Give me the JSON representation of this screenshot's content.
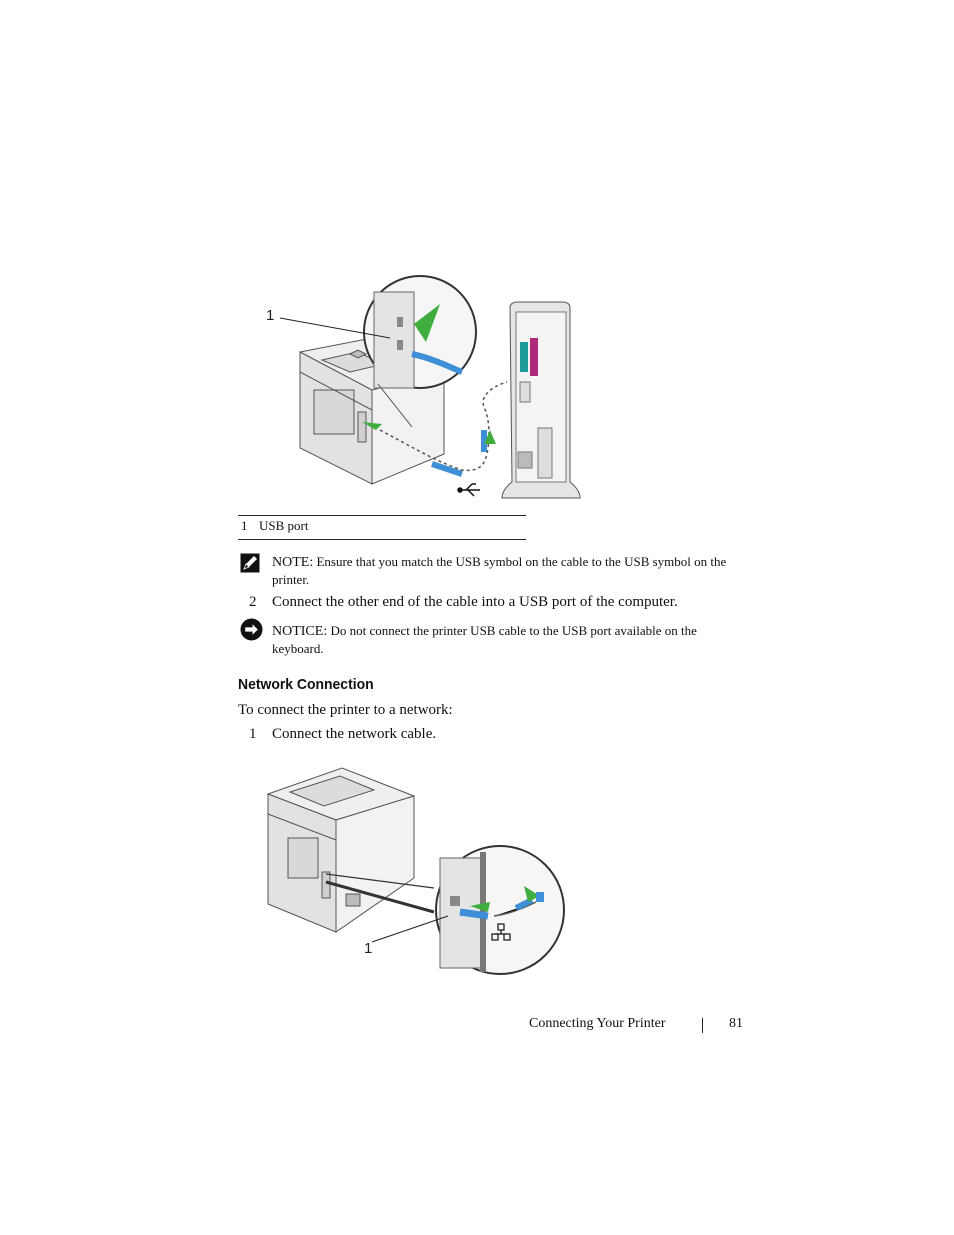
{
  "figure1": {
    "callout": "1",
    "caption": {
      "number": "1",
      "label": "USB port"
    }
  },
  "note": {
    "lead": "NOTE:",
    "text": "Ensure that you match the USB symbol on the cable to the USB symbol on the printer."
  },
  "step2": {
    "number": "2",
    "text": "Connect the other end of the cable into a USB port of the computer."
  },
  "notice": {
    "lead": "NOTICE:",
    "text": "Do not connect the printer USB cable to the USB port available on the keyboard."
  },
  "section": {
    "heading": "Network Connection",
    "intro": "To connect the printer to a network:",
    "step1": {
      "number": "1",
      "text": "Connect the network cable."
    }
  },
  "figure2": {
    "callout": "1"
  },
  "footer": {
    "title": "Connecting Your Printer",
    "page": "81"
  },
  "icons": {
    "note": "pencil-note-icon",
    "notice": "notice-stop-icon",
    "usb": "usb-symbol-icon",
    "network": "network-symbol-icon"
  },
  "colors": {
    "cable_blue": "#3f8fd8",
    "arrow_green": "#3fae3f",
    "port_teal": "#1e9c9c",
    "port_magenta": "#b0287a"
  }
}
